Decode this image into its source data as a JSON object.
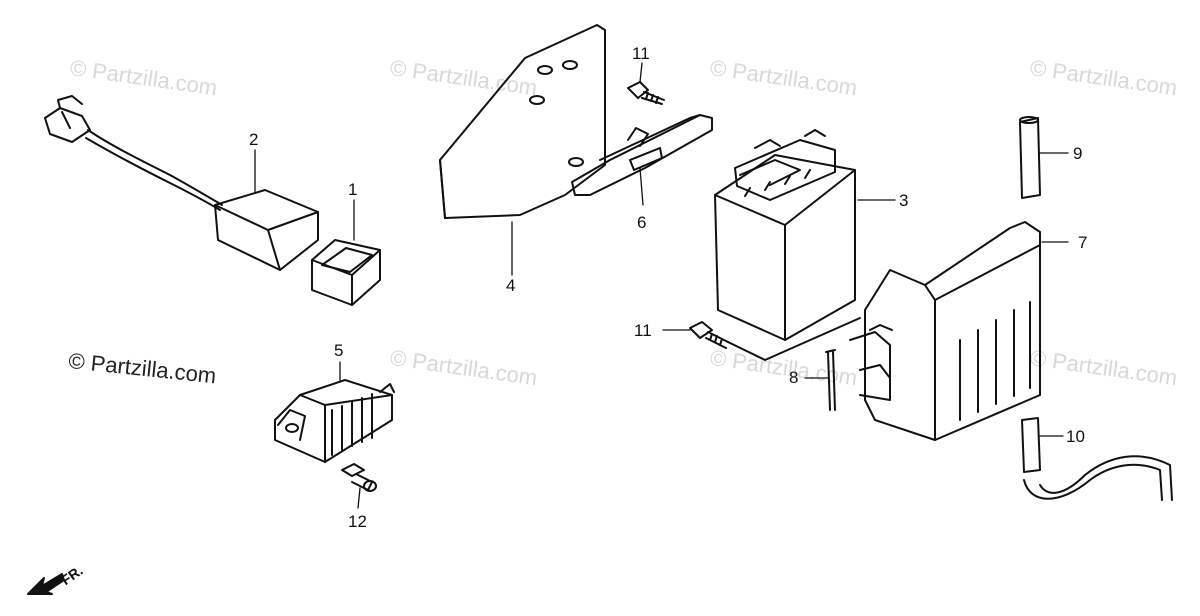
{
  "watermark_text": "© Partzilla.com",
  "credit_text": "© Partzilla.com",
  "direction_label": "FR.",
  "callouts": {
    "c1": "1",
    "c2": "2",
    "c3": "3",
    "c4": "4",
    "c5": "5",
    "c6": "6",
    "c7": "7",
    "c8": "8",
    "c9": "9",
    "c10": "10",
    "c11a": "11",
    "c11b": "11",
    "c12": "12"
  },
  "colors": {
    "line": "#111111",
    "watermark": "#d8d8d8"
  }
}
